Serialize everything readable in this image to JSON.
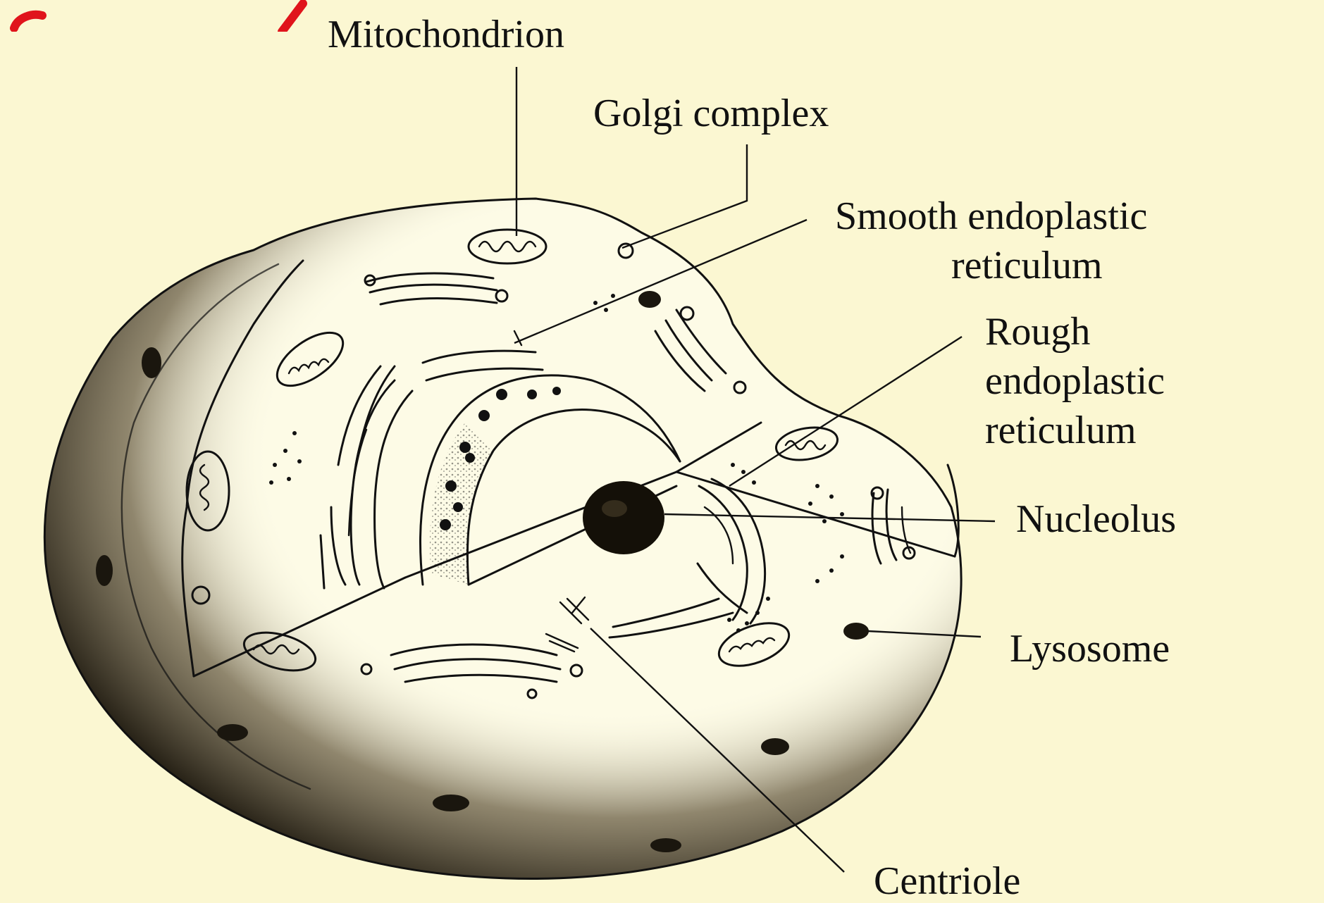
{
  "diagram": {
    "colors": {
      "background": "#fbf7d2",
      "cytoplasm": "#fdfbe6",
      "ink": "#111111",
      "shade": "#2a2418",
      "accent_red": "#e0141b"
    },
    "labels": {
      "mitochondrion": "Mitochondrion",
      "golgi": "Golgi complex",
      "smooth_er_line1": "Smooth endoplastic",
      "smooth_er_line2": "reticulum",
      "rough_er_line1": "Rough",
      "rough_er_line2": "endoplastic",
      "rough_er_line3": "reticulum",
      "nucleolus": "Nucleolus",
      "lysosome": "Lysosome",
      "centriole": "Centriole"
    }
  }
}
